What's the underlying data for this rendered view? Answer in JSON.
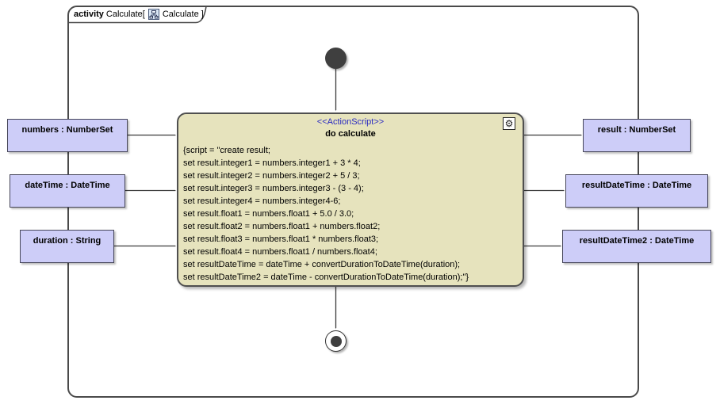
{
  "frame_label": {
    "keyword": "activity",
    "before_icon": "Calculate[",
    "after_icon": "Calculate ]"
  },
  "action_node": {
    "stereotype": "<<ActionScript>>",
    "name": "do calculate",
    "script_lines": [
      "{script = \"create result;",
      "set result.integer1 = numbers.integer1 + 3 * 4;",
      "set result.integer2 = numbers.integer2 + 5 / 3;",
      "set result.integer3 = numbers.integer3 - (3 - 4);",
      "set result.integer4 = numbers.integer4-6;",
      "set result.float1 = numbers.float1 + 5.0 / 3.0;",
      "set result.float2 = numbers.float1 + numbers.float2;",
      "set result.float3 = numbers.float1 * numbers.float3;",
      "set result.float4 = numbers.float1 / numbers.float4;",
      "set resultDateTime = dateTime + convertDurationToDateTime(duration);",
      "set resultDateTime2 = dateTime - convertDurationToDateTime(duration);\"}"
    ]
  },
  "input_parameters": [
    {
      "label": "numbers : NumberSet"
    },
    {
      "label": "dateTime : DateTime"
    },
    {
      "label": "duration : String"
    }
  ],
  "output_parameters": [
    {
      "label": "result : NumberSet"
    },
    {
      "label": "resultDateTime : DateTime"
    },
    {
      "label": "resultDateTime2 : DateTime"
    }
  ],
  "icons": {
    "header_icon": "activity-diagram-icon",
    "action_icon": "gear-icon",
    "gear_glyph": "⚙"
  },
  "colors": {
    "action_fill": "#E6E3BD",
    "parameter_fill": "#CDCDF8",
    "stereotype_text": "#2A2AC0",
    "frame_border": "#4A4A4A",
    "edge": "#3A3A3A"
  }
}
